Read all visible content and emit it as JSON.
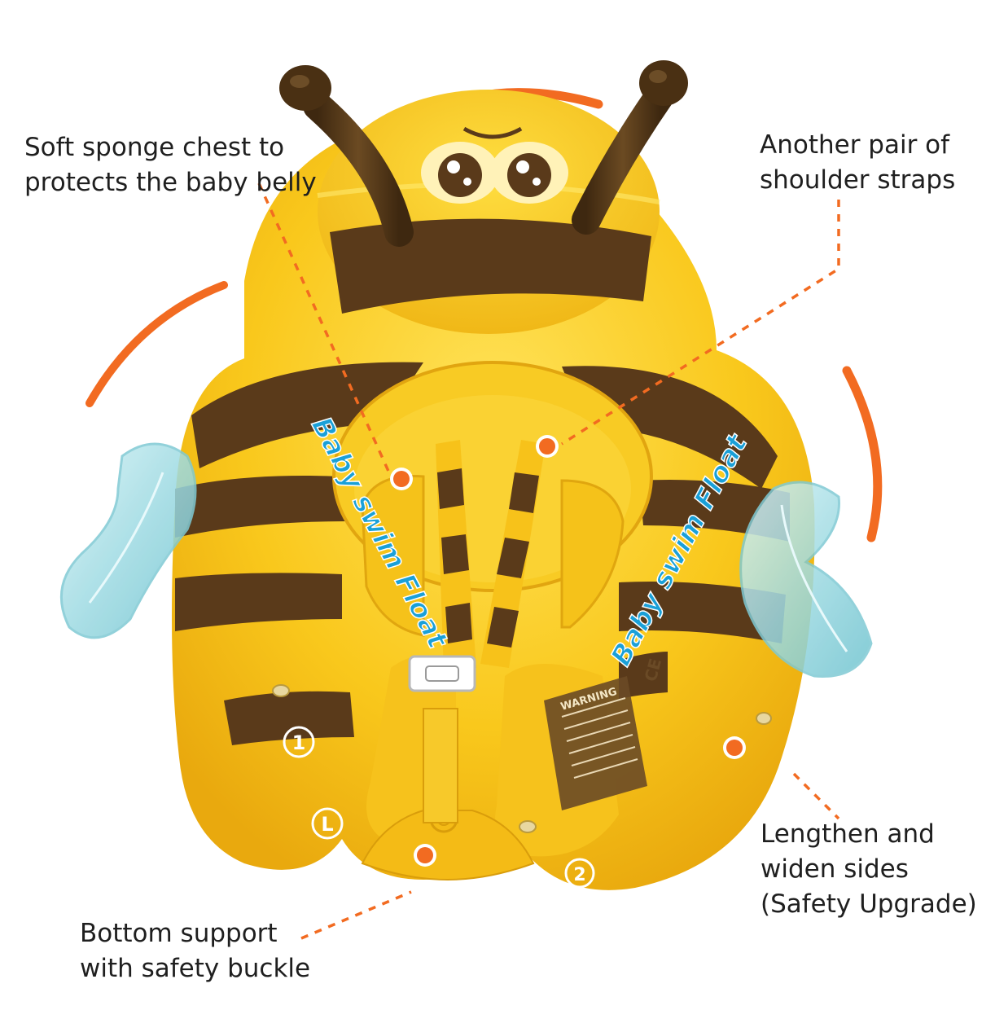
{
  "callouts": {
    "chest": {
      "line1": "Soft sponge chest to",
      "line2": "protects the baby belly"
    },
    "straps": {
      "line1": "Another pair of",
      "line2": "shoulder straps"
    },
    "sides": {
      "line1": "Lengthen and",
      "line2": "widen sides",
      "line3": "(Safety Upgrade)"
    },
    "bottom": {
      "line1": "Bottom support",
      "line2": "with safety buckle"
    }
  },
  "product": {
    "left_logo": "Baby swim Float",
    "right_logo": "Baby swim Float",
    "chamber_1": "1",
    "chamber_2": "2",
    "chamber_L": "L",
    "warning_title": "WARNING",
    "ce_mark": "CE"
  },
  "colors": {
    "body_yellow": "#f7c21a",
    "stripe_brown": "#5a3a1a",
    "accent_orange": "#f26b21",
    "wing_blue": "#a8dfe6"
  }
}
